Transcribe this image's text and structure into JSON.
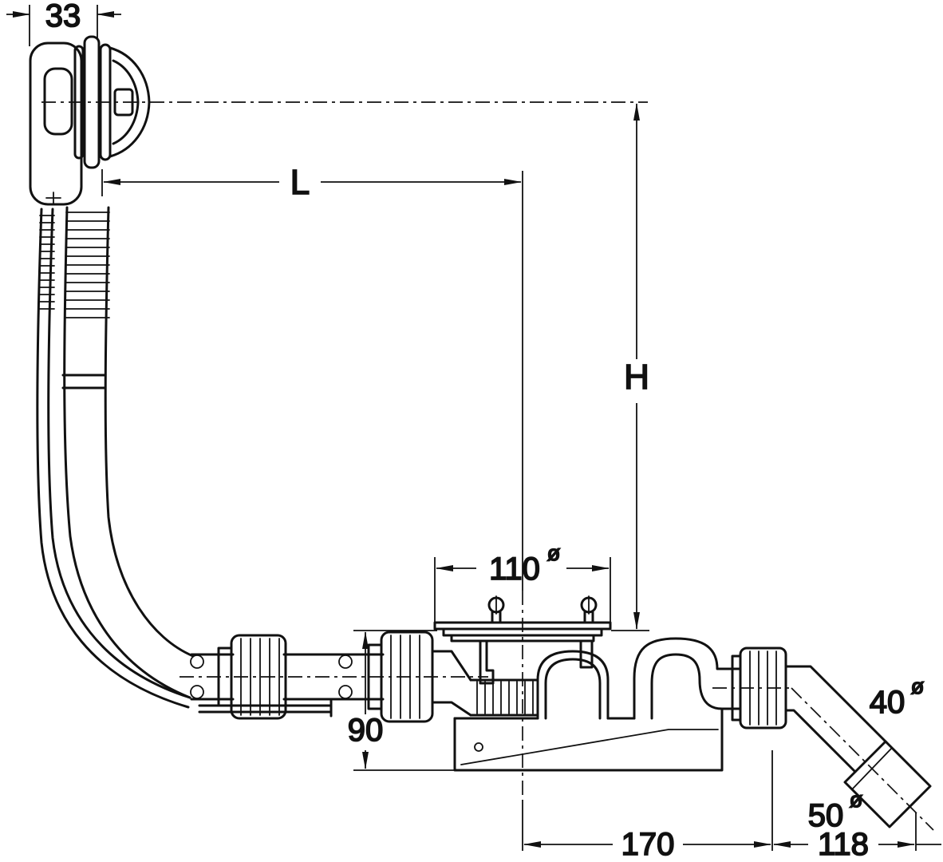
{
  "diagram": {
    "background": "#ffffff",
    "line_color": "#111111",
    "labels": {
      "dim_33": "33",
      "dim_L": "L",
      "dim_H": "H",
      "dim_110": "110",
      "dim_110_sym": "ø",
      "dim_90": "90",
      "dim_40": "40",
      "dim_40_sym": "ø",
      "dim_50": "50",
      "dim_50_sym": "ø",
      "dim_170": "170",
      "dim_118": "118"
    }
  }
}
